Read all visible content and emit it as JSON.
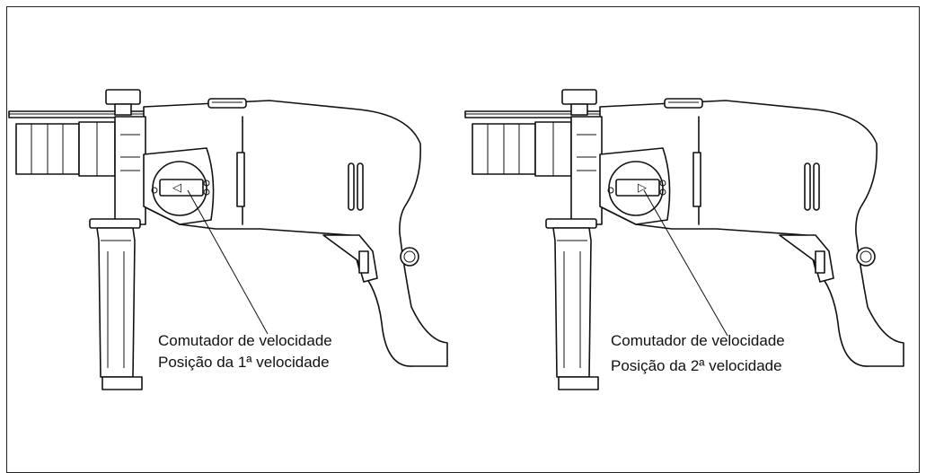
{
  "figures": [
    {
      "id": "left",
      "label_line1": "Comutador de velocidade",
      "label_line2": "Posição da 1ª velocidade",
      "arrow_glyph": "◁"
    },
    {
      "id": "right",
      "label_line1": "Comutador de velocidade",
      "label_line2": "Posição da 2ª velocidade",
      "arrow_glyph": "▷"
    }
  ]
}
